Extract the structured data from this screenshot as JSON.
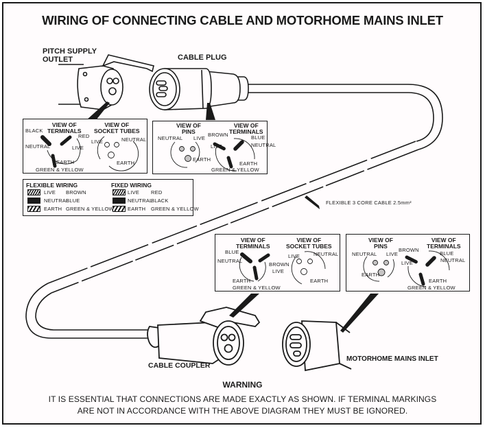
{
  "title": "WIRING OF CONNECTING CABLE AND MOTORHOME MAINS INLET",
  "components": {
    "pitch_supply_outlet": "PITCH SUPPLY OUTLET",
    "pitch_supply_outlet_line1": "PITCH SUPPLY",
    "pitch_supply_outlet_line2": "OUTLET",
    "cable_plug": "CABLE PLUG",
    "cable_coupler": "CABLE COUPLER",
    "motorhome_mains_inlet": "MOTORHOME MAINS INLET",
    "cable": "FLEXIBLE 3 CORE CABLE 2.5mm²"
  },
  "panels": {
    "outlet": {
      "terminals_title_1": "VIEW OF",
      "terminals_title_2": "TERMINALS",
      "tubes_title_1": "VIEW OF",
      "tubes_title_2": "SOCKET TUBES",
      "black": "BLACK",
      "neutral": "NEUTRAL",
      "red": "RED",
      "live": "LIVE",
      "earth": "EARTH",
      "green_yellow": "GREEN & YELLOW",
      "tube_live": "LIVE",
      "tube_neutral": "NEUTRAL",
      "tube_earth": "EARTH"
    },
    "plug": {
      "pins_title_1": "VIEW OF",
      "pins_title_2": "PINS",
      "terminals_title_1": "VIEW OF",
      "terminals_title_2": "TERMINALS",
      "pin_neutral": "NEUTRAL",
      "pin_live": "LIVE",
      "pin_earth": "EARTH",
      "brown": "BROWN",
      "live": "LIVE",
      "blue": "BLUE",
      "neutral": "NEUTRAL",
      "earth": "EARTH",
      "green_yellow": "GREEN & YELLOW"
    },
    "coupler": {
      "terminals_title_1": "VIEW OF",
      "terminals_title_2": "TERMINALS",
      "tubes_title_1": "VIEW OF",
      "tubes_title_2": "SOCKET TUBES",
      "blue": "BLUE",
      "neutral": "NEUTRAL",
      "brown": "BROWN",
      "live": "LIVE",
      "earth": "EARTH",
      "green_yellow": "GREEN & YELLOW",
      "tube_live": "LIVE",
      "tube_neutral": "NEUTRAL",
      "tube_earth": "EARTH"
    },
    "inlet": {
      "pins_title_1": "VIEW OF",
      "pins_title_2": "PINS",
      "terminals_title_1": "VIEW OF",
      "terminals_title_2": "TERMINALS",
      "pin_neutral": "NEUTRAL",
      "pin_live": "LIVE",
      "pin_earth": "EARTH",
      "brown": "BROWN",
      "live": "LIVE",
      "blue": "BLUE",
      "neutral": "NEUTRAL",
      "earth": "EARTH",
      "green_yellow": "GREEN & YELLOW"
    }
  },
  "legend": {
    "flexible": {
      "title": "FLEXIBLE WIRING",
      "rows": [
        {
          "pattern": "hatch",
          "wire": "LIVE",
          "colour": "BROWN"
        },
        {
          "pattern": "solid",
          "wire": "NEUTRAL",
          "colour": "BLUE"
        },
        {
          "pattern": "stripe",
          "wire": "EARTH",
          "colour": "GREEN & YELLOW"
        }
      ]
    },
    "fixed": {
      "title": "FIXED WIRING",
      "rows": [
        {
          "pattern": "hatch",
          "wire": "LIVE",
          "colour": "RED"
        },
        {
          "pattern": "solid",
          "wire": "NEUTRAL",
          "colour": "BLACK"
        },
        {
          "pattern": "stripe",
          "wire": "EARTH",
          "colour": "GREEN & YELLOW"
        }
      ]
    }
  },
  "warning": {
    "heading": "WARNING",
    "line1": "IT IS ESSENTIAL THAT CONNECTIONS ARE MADE EXACTLY AS SHOWN. IF TERMINAL MARKINGS",
    "line2": "ARE NOT IN ACCORDANCE WITH THE ABOVE DIAGRAM THEY MUST BE IGNORED."
  }
}
